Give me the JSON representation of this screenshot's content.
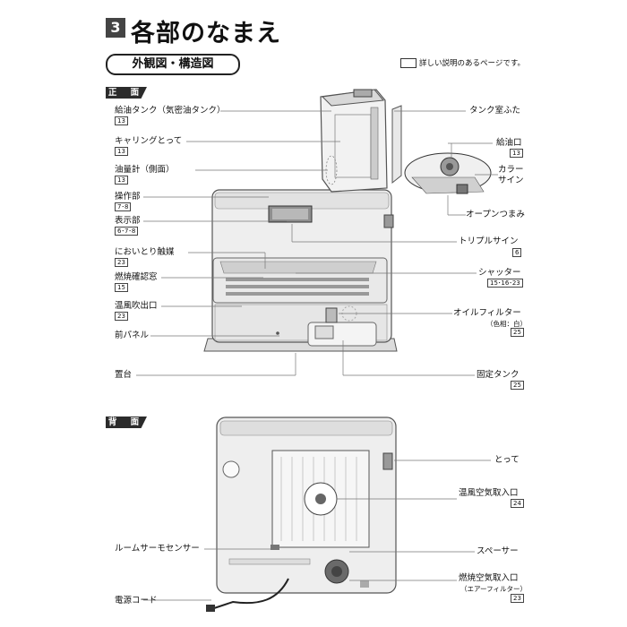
{
  "header": {
    "section_number": "3",
    "title": "各部のなまえ",
    "subtitle": "外観図・構造図",
    "note": "詳しい説明のあるページです。"
  },
  "front": {
    "tag": "正 面",
    "labels": {
      "supply_tank": {
        "text": "給油タンク（気密油タンク）",
        "page": "13"
      },
      "carry_handle": {
        "text": "キャリングとって",
        "page": "13"
      },
      "oil_gauge": {
        "text": "油量計（側面）",
        "page": "13"
      },
      "control": {
        "text": "操作部",
        "page": "7･8"
      },
      "display": {
        "text": "表示部",
        "page": "6･7･8"
      },
      "odor_catalyst": {
        "text": "においとり触媒",
        "page": "23"
      },
      "combustion_window": {
        "text": "燃焼確認窓",
        "page": "15"
      },
      "warm_air_outlet": {
        "text": "温風吹出口",
        "page": "23"
      },
      "front_panel": {
        "text": "前パネル"
      },
      "oil_tray": {
        "text": "置台"
      },
      "tank_lid": {
        "text": "タンク室ふた"
      },
      "fill_port": {
        "text": "給油口",
        "page": "13"
      },
      "collar_sign": {
        "text": "カラー\nサイン"
      },
      "open_knob": {
        "text": "オープンつまみ"
      },
      "triple_sign": {
        "text": "トリプルサイン",
        "page": "6"
      },
      "shutter": {
        "text": "シャッター",
        "page": "15･16･23"
      },
      "oil_filter": {
        "text": "オイルフィルター",
        "note": "（色相：白）",
        "page": "25"
      },
      "fixed_tank": {
        "text": "固定タンク",
        "page": "25"
      }
    }
  },
  "back": {
    "tag": "背 面",
    "labels": {
      "handle": {
        "text": "とって"
      },
      "warm_air_intake": {
        "text": "温風空気取入口",
        "page": "24"
      },
      "room_sensor": {
        "text": "ルームサーモセンサー"
      },
      "spacer": {
        "text": "スペーサー"
      },
      "combustion_air_intake": {
        "text": "燃焼空気取入口",
        "note": "（エアーフィルター）",
        "page": "23"
      },
      "power_cord": {
        "text": "電源コード"
      }
    }
  }
}
